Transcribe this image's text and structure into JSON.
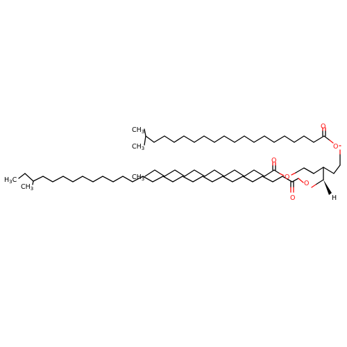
{
  "colors": {
    "bond": "#000000",
    "oxygen": "#ff0d0d",
    "hydrogen": "#000000"
  },
  "atoms": {
    "oxygen_symbol": "O",
    "hydrogen_symbol": "H",
    "ch3": {
      "main": "CH",
      "sub": "3"
    },
    "h3c": {
      "main": "H",
      "sub": "3",
      "tail": "C"
    }
  }
}
